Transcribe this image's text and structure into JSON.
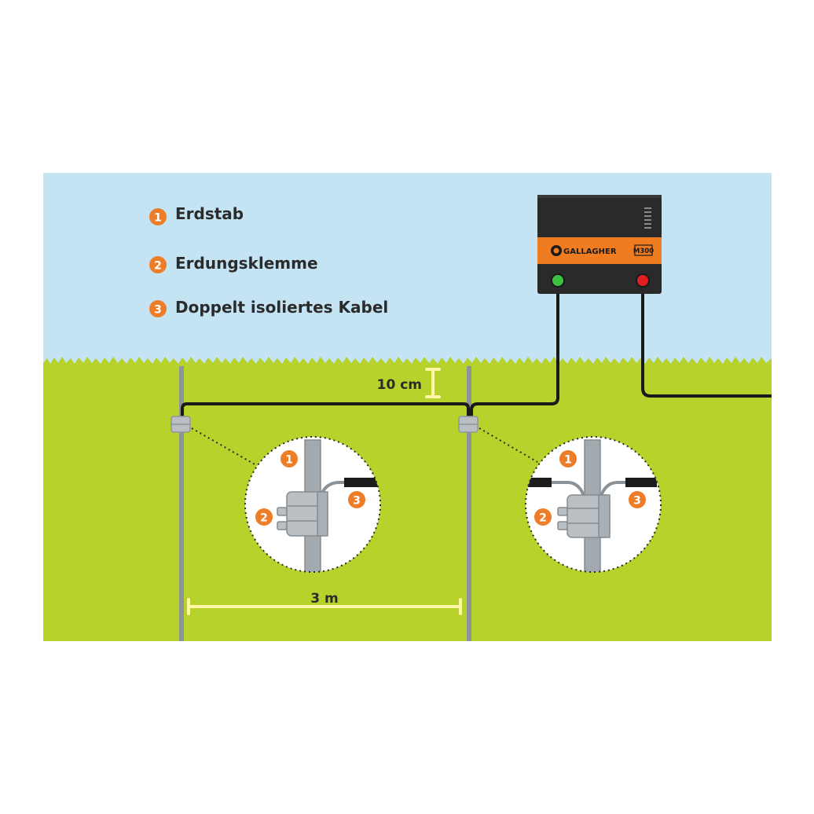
{
  "legend": {
    "items": [
      {
        "number": "1",
        "label": "Erdstab"
      },
      {
        "number": "2",
        "label": "Erdungsklemme"
      },
      {
        "number": "3",
        "label": "Doppelt isoliertes Kabel"
      }
    ]
  },
  "dimensions": {
    "depth": "10 cm",
    "spacing": "3 m"
  },
  "energizer": {
    "brand": "GALLAGHER",
    "model": "M300"
  },
  "callouts": {
    "left": {
      "rod": "1",
      "clamp": "2",
      "cable": "3"
    },
    "right": {
      "rod": "1",
      "clamp": "2",
      "cable": "3"
    }
  },
  "colors": {
    "sky": "#c4e3f3",
    "grass": "#b7d22b",
    "badge": "#ee7d27",
    "energizer_body": "#2a2a2a",
    "energizer_band": "#ef7c21",
    "terminal_earth": "#3fbf3f",
    "terminal_fence": "#e02020",
    "cable": "#1a1a1a",
    "measure": "#fff7a8"
  }
}
